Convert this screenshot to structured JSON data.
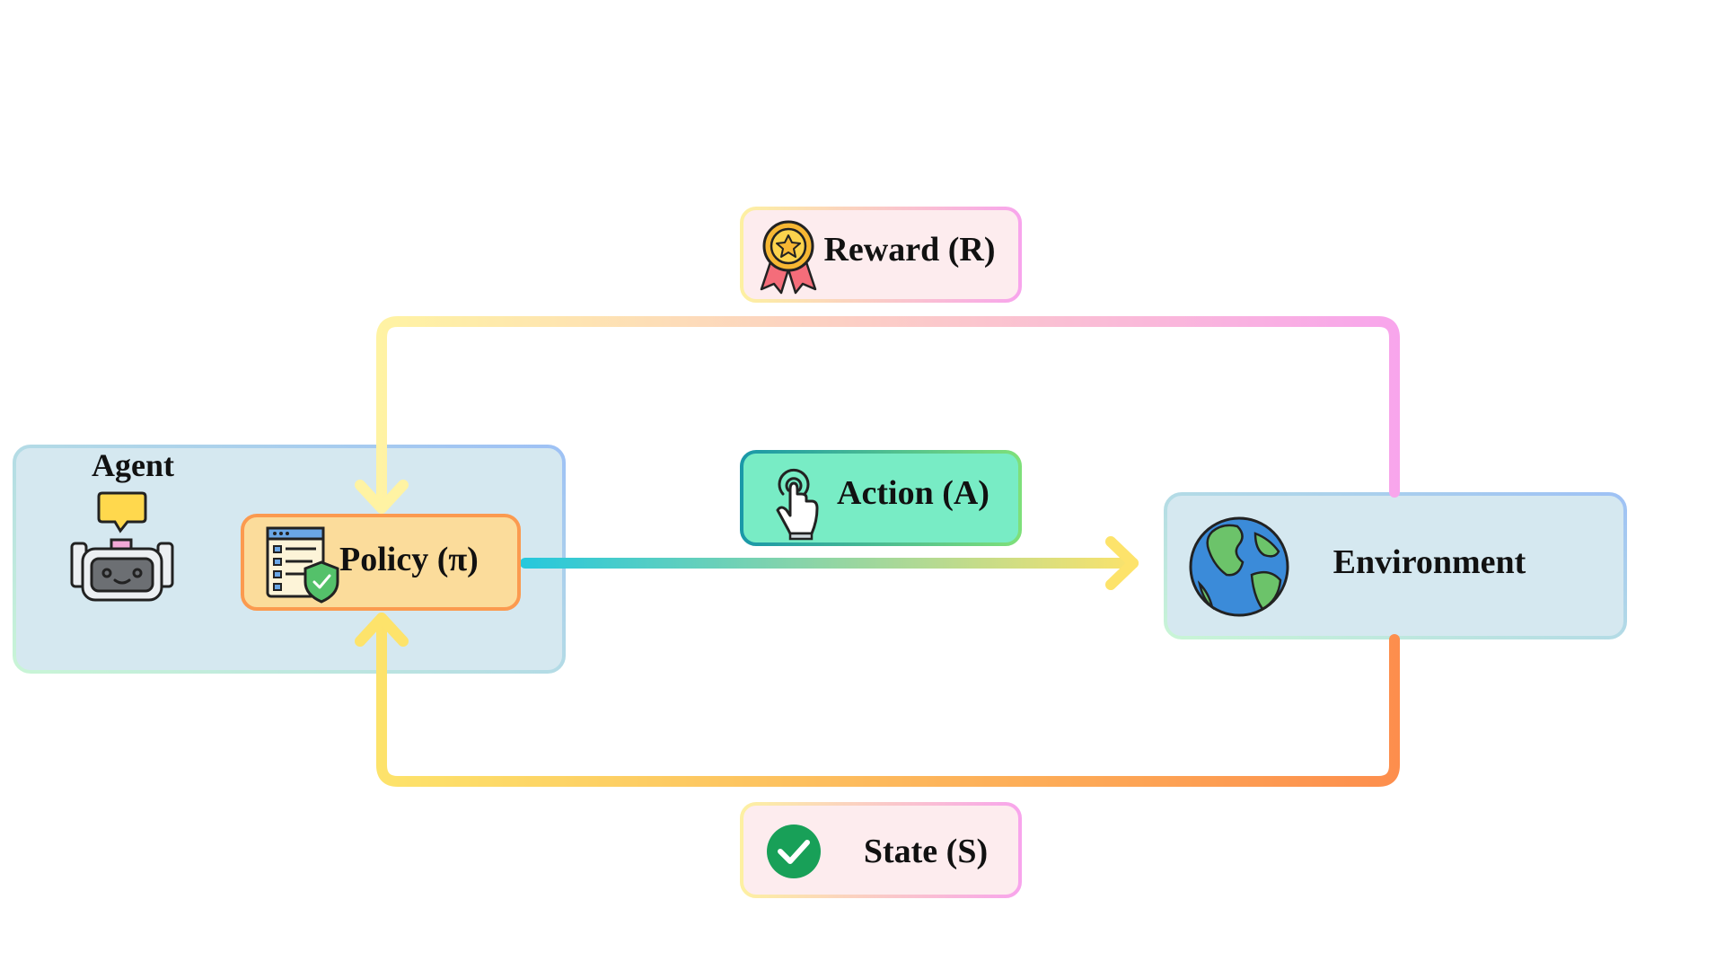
{
  "agent": {
    "title": "Agent",
    "icon": "robot-icon"
  },
  "policy": {
    "label": "Policy (π)",
    "icon": "policy-document-shield-icon"
  },
  "environment": {
    "label": "Environment",
    "icon": "globe-icon"
  },
  "reward": {
    "label": "Reward (R)",
    "icon": "medal-icon"
  },
  "action": {
    "label": "Action (A)",
    "icon": "pointer-hand-icon"
  },
  "state": {
    "label": "State (S)",
    "icon": "check-circle-icon"
  },
  "colors": {
    "agent_box_fill": "#d5e8f0",
    "env_box_fill": "#d5e8f0",
    "policy_fill": "#fbdc9b",
    "policy_stroke": "#fb9a4f",
    "reward_fill": "#fdecee",
    "state_fill": "#fdecee",
    "action_fill": "#78ecc5",
    "action_stroke": "#1a98a8",
    "arrow_yellow": "#fde36b",
    "arrow_pink": "#f8a5ec",
    "arrow_orange": "#fd8e4d",
    "arrow_cyan": "#27c8dc"
  }
}
